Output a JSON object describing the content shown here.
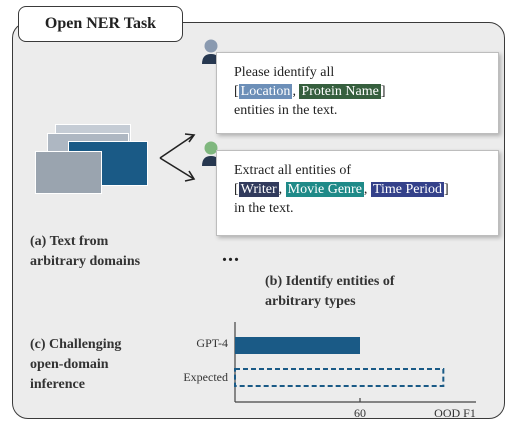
{
  "title": "Open NER Task",
  "label_a": [
    "(a) Text from",
    "arbitrary domains"
  ],
  "label_b": [
    "(b) Identify entities of",
    "arbitrary types"
  ],
  "label_c": [
    "(c) Challenging",
    "open-domain",
    "inference"
  ],
  "card1": {
    "line1": "Please identify all",
    "open": "[",
    "ent1": "Location",
    "sep": ", ",
    "ent2": "Protein Name",
    "close": "]",
    "line3": "entities in the text."
  },
  "card2": {
    "line1": "Extract all entities of",
    "open": "[",
    "ent1": "Writer",
    "sep1": ", ",
    "ent2": "Movie Genre",
    "sep2": ", ",
    "ent3": "Time Period",
    "close": "]",
    "line3": "in the text."
  },
  "ellipsis": "...",
  "colors": {
    "bar": "#1a5a86",
    "user1": "#8a9ab0",
    "user2": "#7fb77e",
    "user_body": "#273850"
  },
  "chart_data": {
    "type": "bar",
    "orientation": "horizontal",
    "categories": [
      "GPT-4",
      "Expected"
    ],
    "values": [
      60,
      100
    ],
    "xlabel": "OOD F1",
    "xticks": [
      60
    ],
    "styles": [
      "solid",
      "dashed"
    ]
  }
}
